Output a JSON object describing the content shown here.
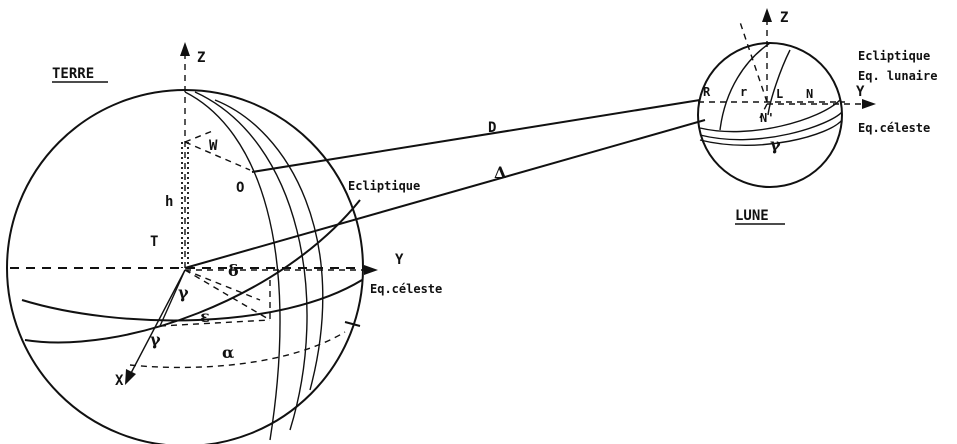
{
  "earth": {
    "title": "TERRE",
    "axis_z": "Z",
    "axis_y": "Y",
    "axis_x": "X",
    "center": "T",
    "observer": "O",
    "height": "h",
    "point_w": "W",
    "ecliptic": "Ecliptique",
    "celestial_equator": "Eq.céleste",
    "vernal_point": "γ",
    "obliquity": "ε",
    "declination": "δ",
    "right_ascension": "α",
    "gamma_small": "γ"
  },
  "moon": {
    "title": "LUNE",
    "axis_z": "Z",
    "axis_y": "Y",
    "point_r_upper": "R",
    "point_r_lower": "r",
    "center": "L",
    "point_n": "N",
    "point_n_prime": "N'",
    "vernal_point": "γ",
    "ecliptic": "Ecliptique",
    "lunar_equator": "Eq. lunaire",
    "celestial_equator": "Eq.céleste"
  },
  "distances": {
    "d_upper": "D",
    "d_lower": "Δ"
  }
}
